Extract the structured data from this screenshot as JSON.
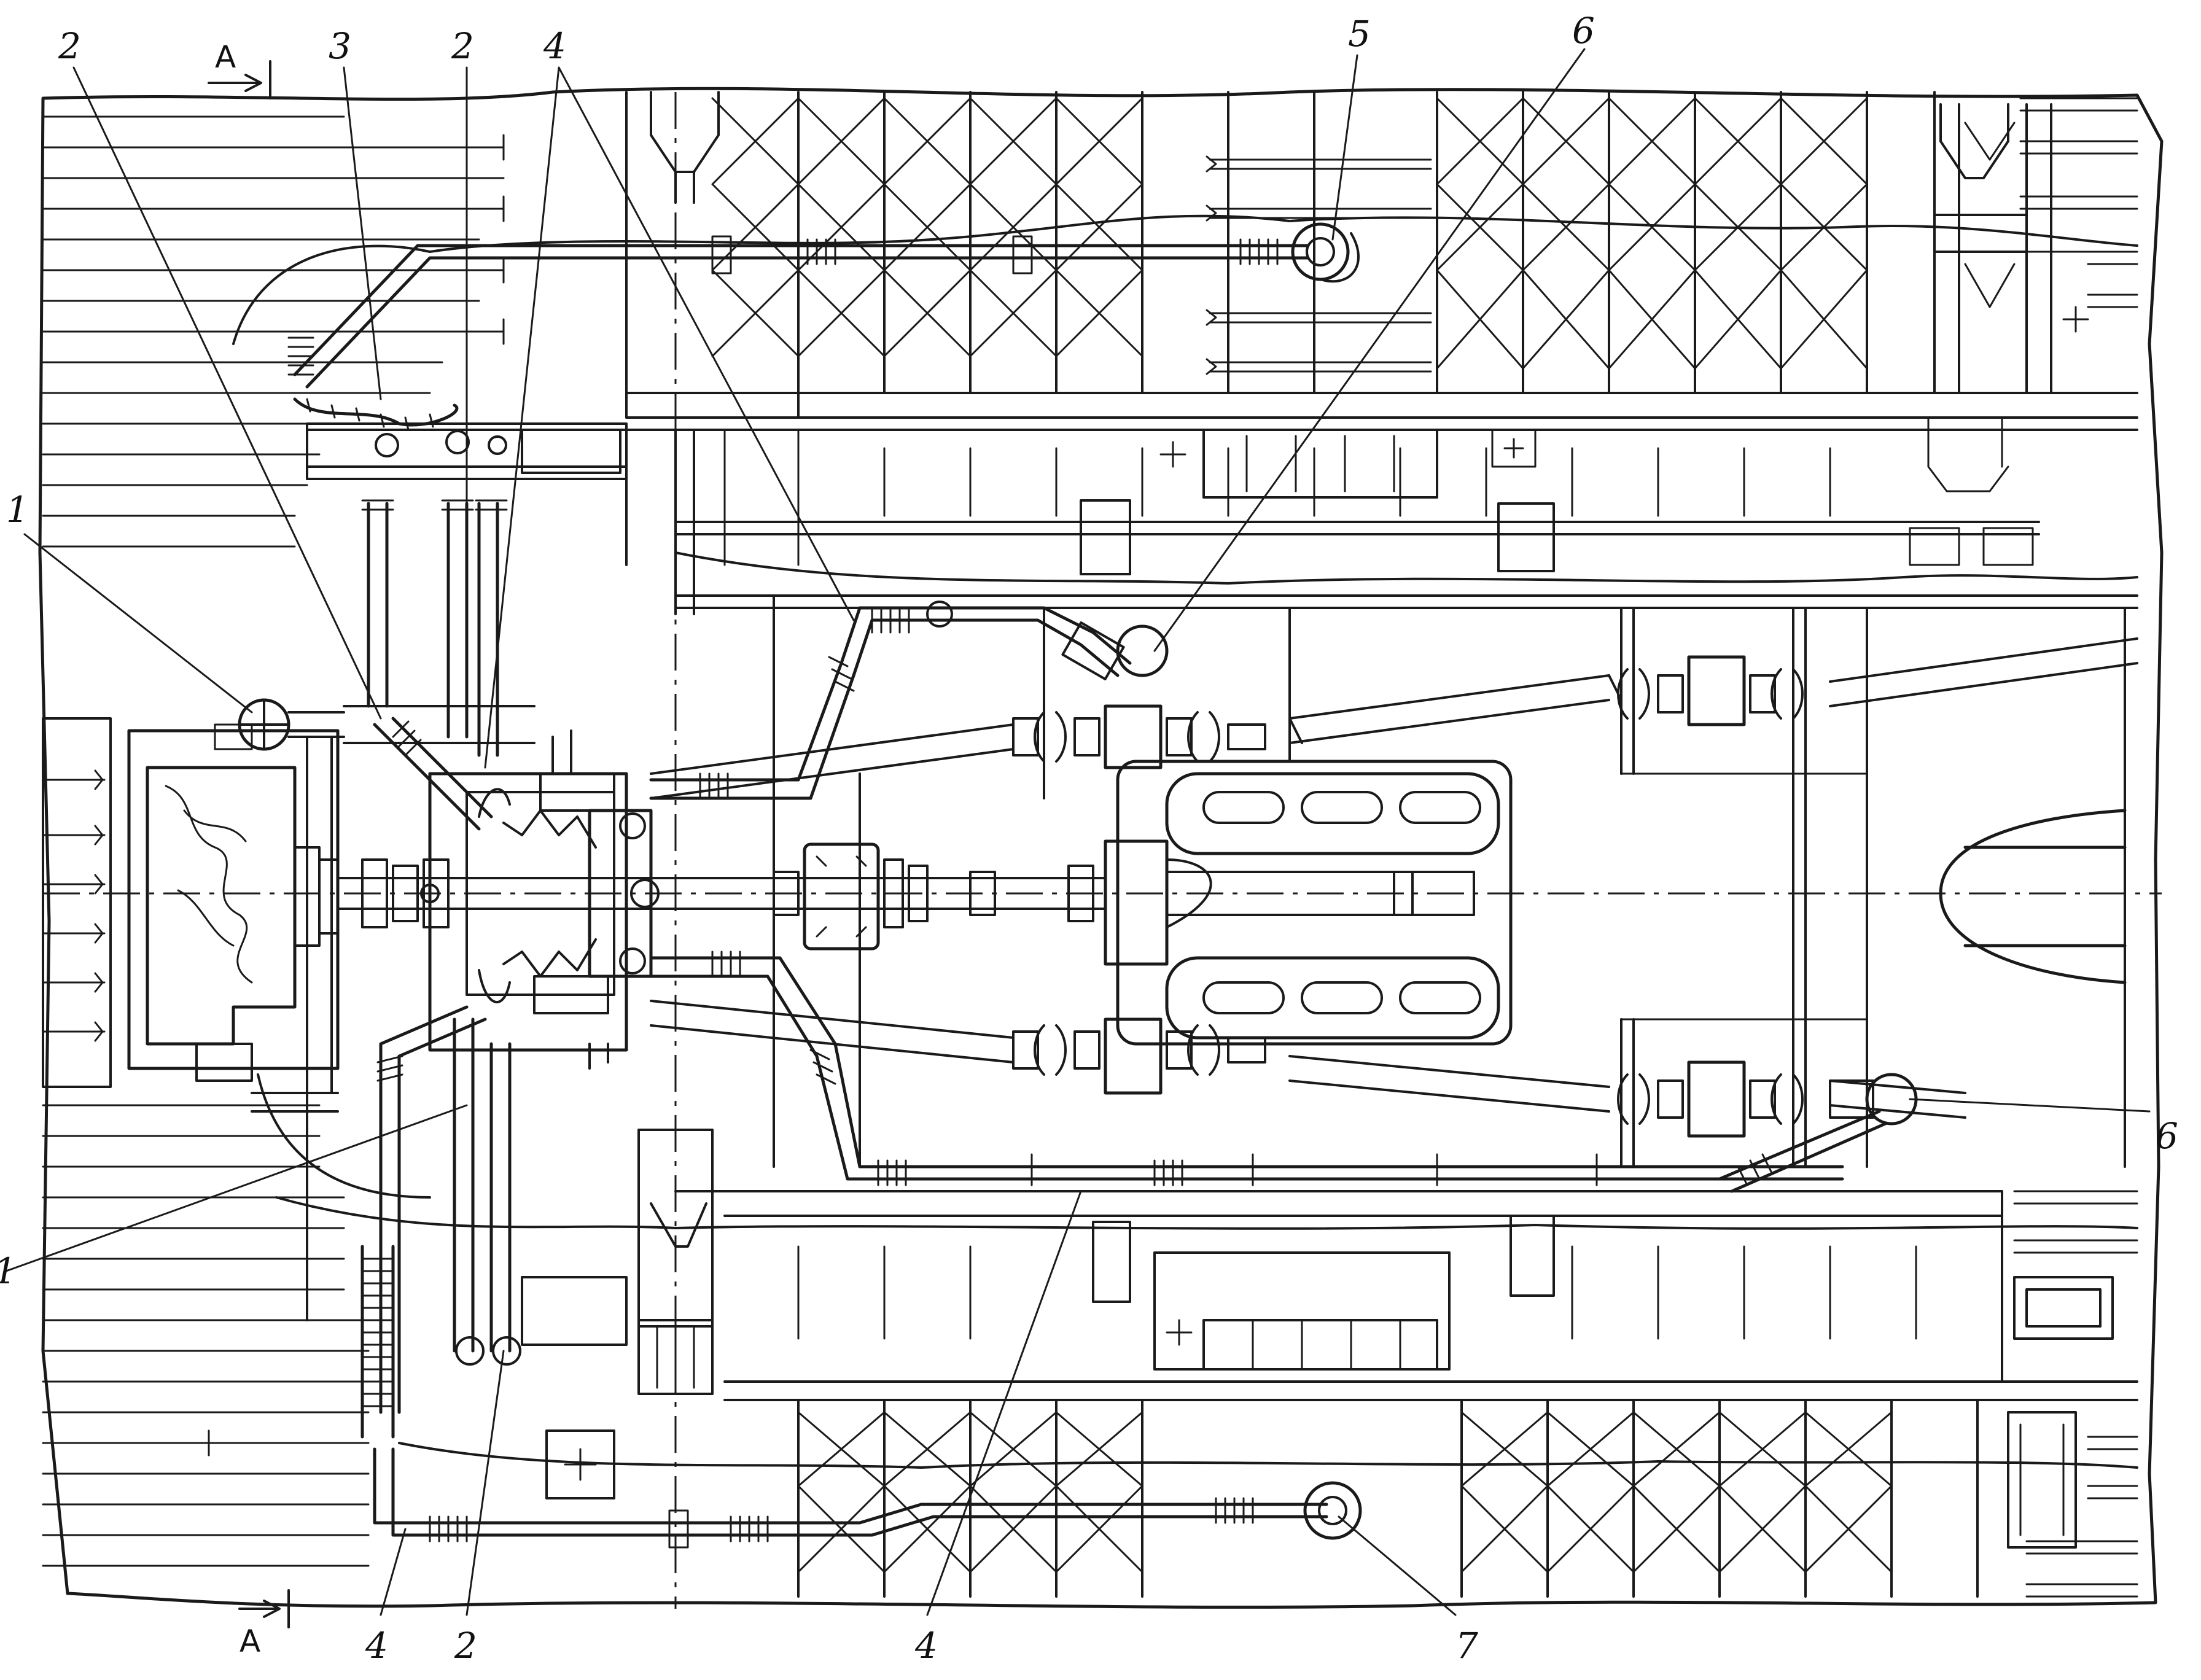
{
  "section_marks": {
    "top": "A",
    "bottom": "A"
  },
  "callouts": [
    {
      "id": "callout-1-left",
      "text": "1"
    },
    {
      "id": "callout-1-lower-left",
      "text": "1"
    },
    {
      "id": "callout-2-top-left",
      "text": "2"
    },
    {
      "id": "callout-2-top",
      "text": "2"
    },
    {
      "id": "callout-2-bottom",
      "text": "2"
    },
    {
      "id": "callout-3",
      "text": "3"
    },
    {
      "id": "callout-4-top",
      "text": "4"
    },
    {
      "id": "callout-4-bottom-left",
      "text": "4"
    },
    {
      "id": "callout-4-bottom",
      "text": "4"
    },
    {
      "id": "callout-5",
      "text": "5"
    },
    {
      "id": "callout-6-top",
      "text": "6"
    },
    {
      "id": "callout-6-right",
      "text": "6"
    },
    {
      "id": "callout-7",
      "text": "7"
    }
  ],
  "colors": {
    "ink": "#1a1a1a",
    "paper": "#ffffff"
  }
}
